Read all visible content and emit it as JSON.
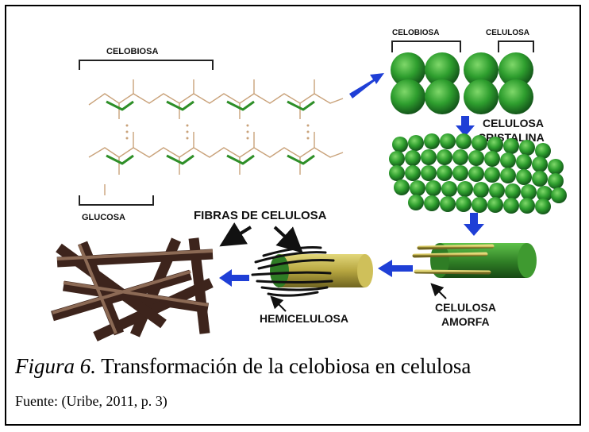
{
  "diagram": {
    "labels": {
      "celobiosa_top": "CELOBIOSA",
      "glucosa": "GLUCOSA",
      "fibras": "FIBRAS DE CELULOSA",
      "celobiosa_spheres": "CELOBIOSA",
      "celulosa_spheres": "CELULOSA",
      "celulosa_cristalina_1": "CELULOSA",
      "celulosa_cristalina_2": "CRISTALINA",
      "celulosa_amorfa_1": "CELULOSA",
      "celulosa_amorfa_2": "AMORFA",
      "hemicelulosa": "HEMICELULOSA"
    },
    "colors": {
      "sphere_green": "#2e9e2e",
      "arrow_blue": "#1f3fd6",
      "fiber_brown": "#3d241c",
      "cylinder_olive": "#b7a640",
      "ring_green": "#2f7d25"
    }
  },
  "caption": {
    "figure_label": "Figura 6.",
    "text": " Transformación de la celobiosa en celulosa"
  },
  "source": {
    "text": "Fuente: (Uribe, 2011, p. 3)"
  }
}
